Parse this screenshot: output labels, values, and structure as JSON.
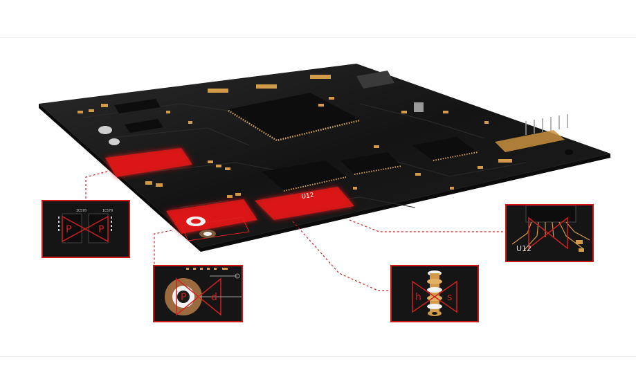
{
  "board": {
    "labels": {
      "u12": "U12"
    }
  },
  "callouts": [
    {
      "id": "left",
      "marker_labels": [
        "P",
        "P"
      ],
      "chip_text": [
        "IC570",
        "IC570"
      ]
    },
    {
      "id": "bottom-left",
      "marker_labels": [
        "P",
        "d"
      ]
    },
    {
      "id": "bottom-center",
      "marker_labels": [
        "h",
        "s"
      ]
    },
    {
      "id": "right",
      "chip_text": "U12"
    }
  ],
  "colors": {
    "highlight": "#e01818",
    "board": "#1a1a1a",
    "pad_gold": "#d39a4a",
    "leader": "#d02020"
  }
}
